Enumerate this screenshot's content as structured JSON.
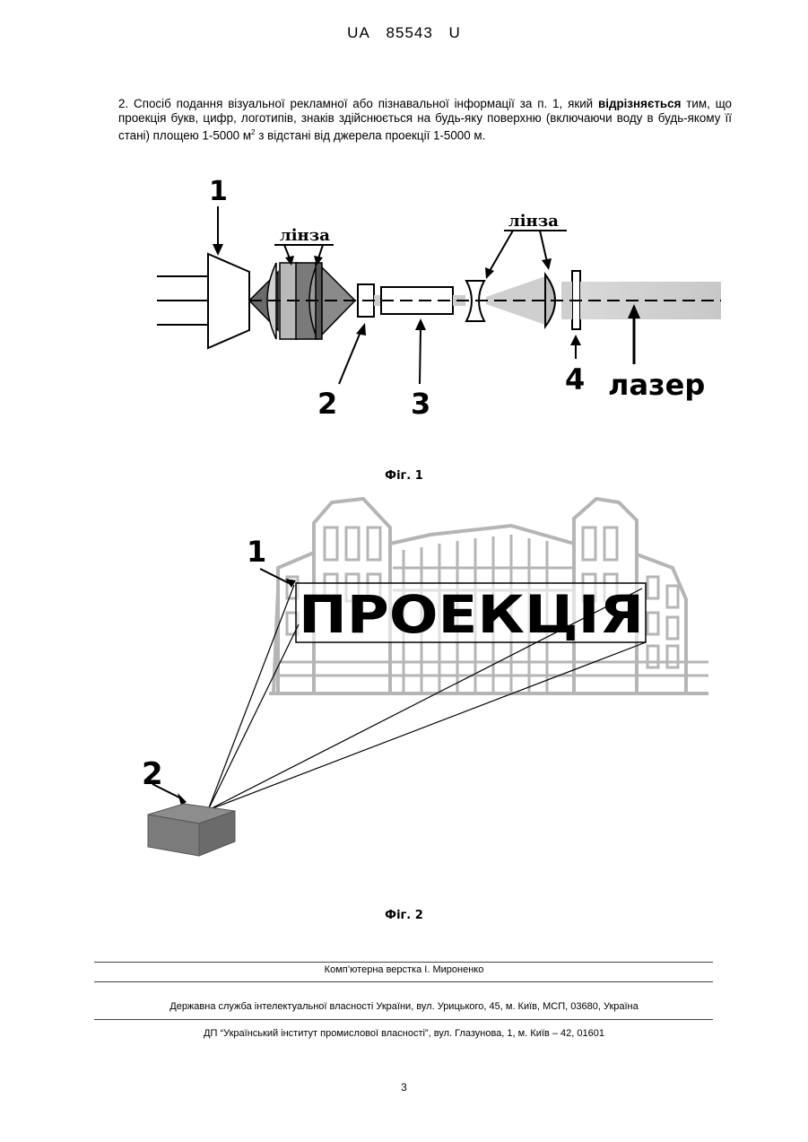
{
  "header": {
    "country": "UA",
    "number": "85543",
    "kind": "U"
  },
  "claim": {
    "start": "2. Спосіб подання візуальної рекламної або пізнавальної інформації за п. 1, який ",
    "bold": "відрізняється",
    "end1": " тим, що проекція букв, цифр, логотипів, знаків здійснюється на будь-яку поверхню (включаючи воду в будь-якому її стані) площею 1-5000 м",
    "sup": "2",
    "end2": " з відстані від джерела проекції 1-5000 м."
  },
  "fig1": {
    "caption": "Фіг. 1",
    "label_1": "1",
    "label_2": "2",
    "label_3": "3",
    "label_4": "4",
    "lens_left": "лінза",
    "lens_right": "лінза",
    "laser": "лазер"
  },
  "fig2": {
    "caption": "Фіг. 2",
    "label_1": "1",
    "label_2": "2",
    "projection_text": "ПРОЕКЦІЯ"
  },
  "footer": {
    "layout": "Комп’ютерна верстка І. Мироненко",
    "service": "Державна служба інтелектуальної власності України, вул. Урицького, 45, м. Київ, МСП, 03680, Україна",
    "institute": "ДП “Український інститут промислової власності”, вул. Глазунова, 1, м. Київ – 42, 01601"
  },
  "page_number": "3"
}
